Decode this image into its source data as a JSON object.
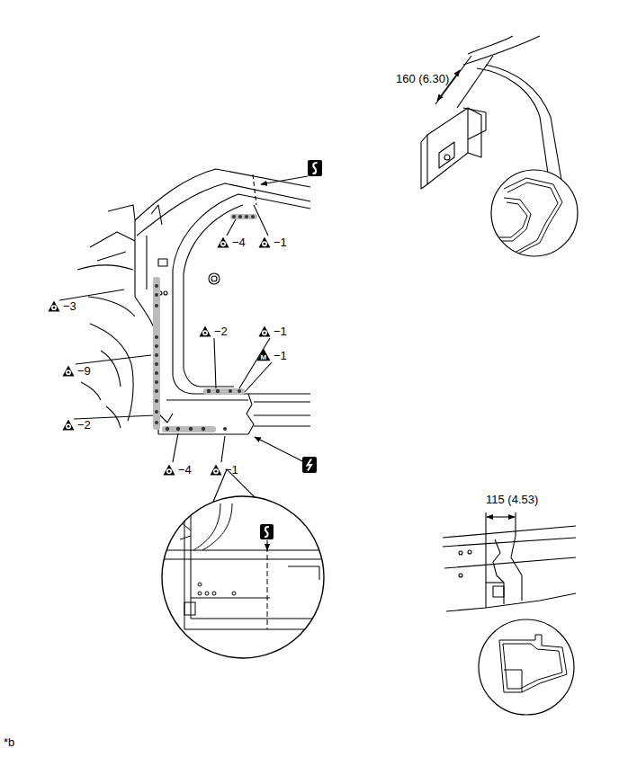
{
  "diagram": {
    "labels": [
      "160 (6.30)",
      "115 (4.53)",
      "−4",
      "−1",
      "−3",
      "−9",
      "−2",
      "−1",
      "M",
      "−1",
      "−2",
      "−4",
      "−1",
      "*b"
    ]
  }
}
